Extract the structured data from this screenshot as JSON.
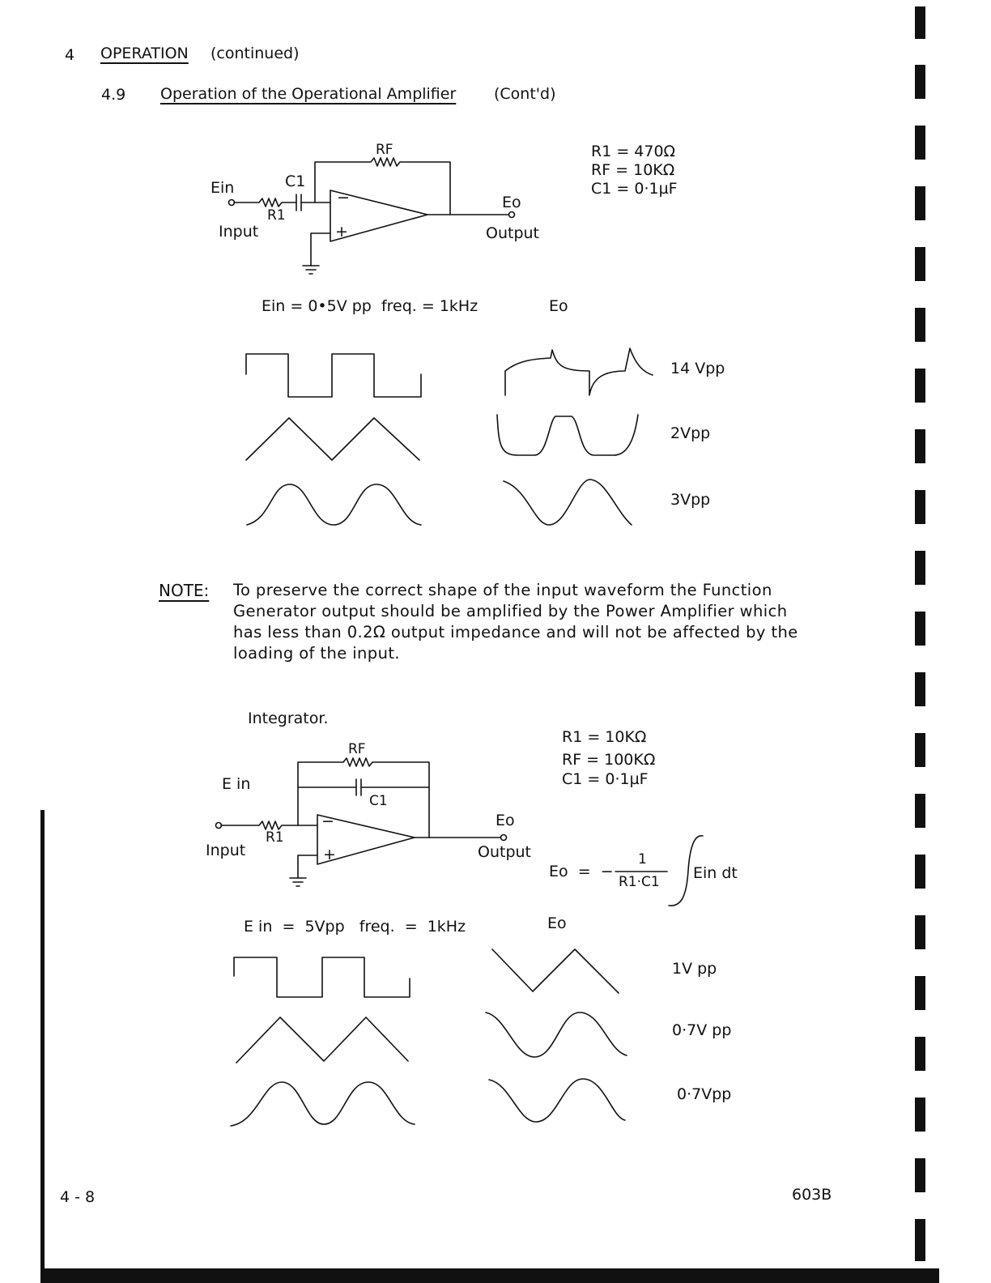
{
  "header": {
    "chapter_number": "4",
    "chapter_title": "OPERATION",
    "chapter_suffix": "(continued)",
    "section_number": "4.9",
    "section_title": "Operation of the Operational Amplifier",
    "section_suffix": "(Cont'd)"
  },
  "differentiator": {
    "labels": {
      "ein": "Ein",
      "input": "Input",
      "c1": "C1",
      "r1": "R1",
      "rf": "RF",
      "eo": "Eo",
      "output": "Output",
      "minus": "−",
      "plus": "+"
    },
    "values": [
      "R1 = 470Ω",
      "RF = 10KΩ",
      "C1 = 0·1µF"
    ],
    "input_caption": "Ein = 0•5V pp  freq. = 1kHz",
    "output_caption": "Eo",
    "output_levels": [
      "14 Vpp",
      "2Vpp",
      "3Vpp"
    ]
  },
  "note": {
    "label": "NOTE:",
    "text": "To preserve the correct shape of the input waveform the Function Generator output should be amplified by the Power Amplifier which has less than 0.2Ω output impedance and will not be affected by the loading of the input."
  },
  "integrator": {
    "title": "Integrator.",
    "labels": {
      "ein": "E in",
      "input": "Input",
      "rf": "RF",
      "c1": "C1",
      "r1": "R1",
      "eo": "Eo",
      "output": "Output",
      "minus": "−",
      "plus": "+"
    },
    "values": [
      "R1 = 10KΩ",
      "RF = 100KΩ",
      "C1 = 0·1µF"
    ],
    "formula": {
      "lhs": "Eo  =  −",
      "numerator": "1",
      "denominator": "R1·C1",
      "integrand": "Ein dt"
    },
    "input_caption": "E in  =  5Vpp   freq.  =  1kHz",
    "output_caption": "Eo",
    "output_levels": [
      "1V pp",
      "0·7V pp",
      "0·7Vpp"
    ]
  },
  "footer": {
    "page_number": "4 - 8",
    "model": "603B"
  }
}
